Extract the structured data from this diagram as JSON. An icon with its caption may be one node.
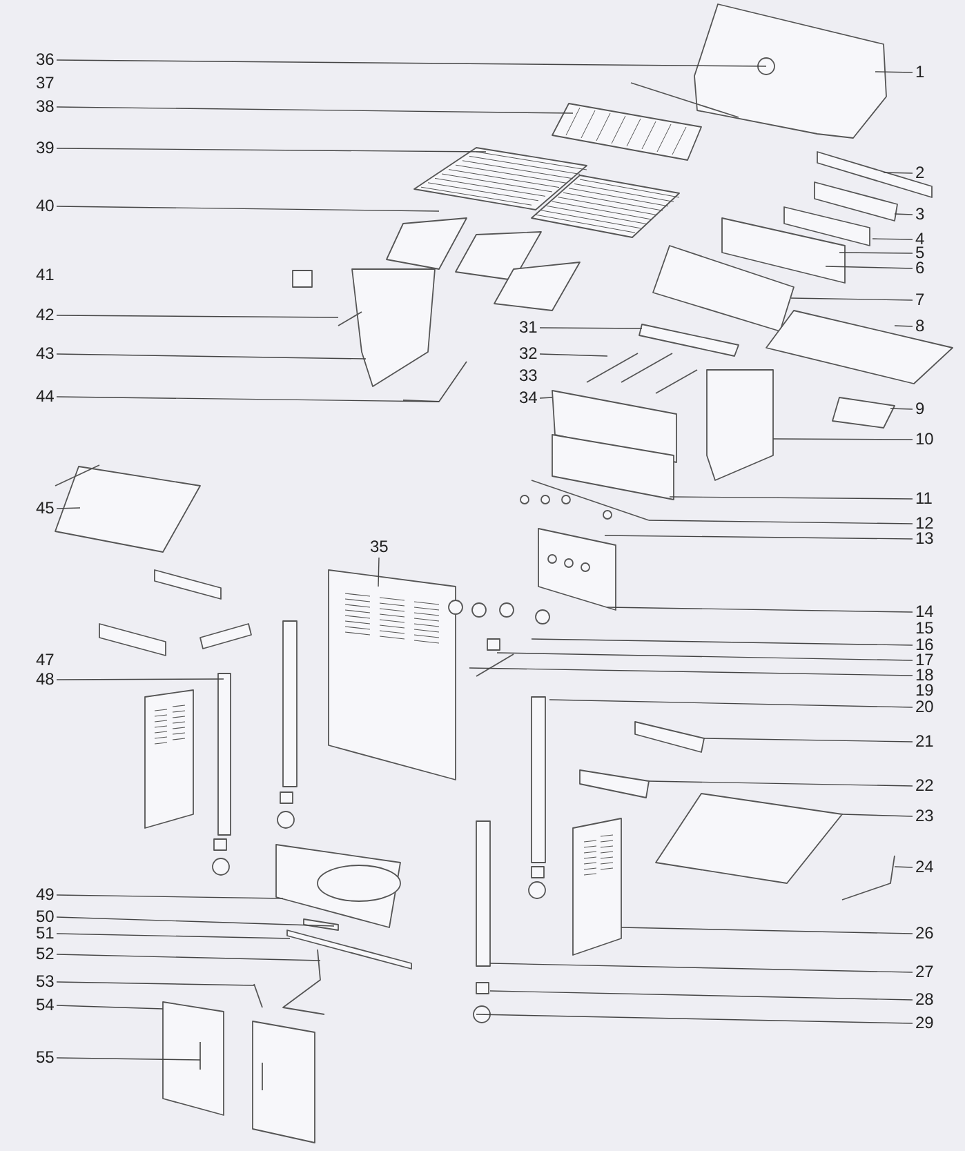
{
  "diagram": {
    "nodes": [
      {
        "text": [
          "1"
        ]
      },
      {
        "text": [
          "2"
        ]
      },
      {
        "text": [
          "3"
        ]
      },
      {
        "text": [
          "4"
        ]
      },
      {
        "text": [
          "5"
        ]
      },
      {
        "text": [
          "6"
        ]
      },
      {
        "text": [
          "7"
        ]
      },
      {
        "text": [
          "8"
        ]
      },
      {
        "text": [
          "9"
        ]
      },
      {
        "text": [
          "10"
        ]
      },
      {
        "text": [
          "11"
        ]
      },
      {
        "text": [
          "12"
        ]
      },
      {
        "text": [
          "13"
        ]
      },
      {
        "text": [
          "14"
        ]
      },
      {
        "text": [
          "16"
        ]
      },
      {
        "text": [
          "17"
        ]
      },
      {
        "text": [
          "18"
        ]
      },
      {
        "text": [
          "20"
        ]
      },
      {
        "text": [
          "21"
        ]
      },
      {
        "text": [
          "22"
        ]
      },
      {
        "text": [
          "23"
        ]
      },
      {
        "text": [
          "24"
        ]
      },
      {
        "text": [
          "26"
        ]
      },
      {
        "text": [
          "27"
        ]
      },
      {
        "text": [
          "28"
        ]
      },
      {
        "text": [
          "29"
        ]
      },
      {
        "text": [
          "31"
        ]
      },
      {
        "text": [
          "32"
        ]
      },
      {
        "text": [
          "34"
        ]
      },
      {
        "text": [
          "35"
        ]
      },
      {
        "text": [
          "36"
        ]
      },
      {
        "text": [
          "38"
        ]
      },
      {
        "text": [
          "39"
        ]
      },
      {
        "text": [
          "40"
        ]
      },
      {
        "text": [
          "42"
        ]
      },
      {
        "text": [
          "43"
        ]
      },
      {
        "text": [
          "44"
        ]
      },
      {
        "text": [
          "45"
        ]
      },
      {
        "text": [
          "48"
        ]
      },
      {
        "text": [
          "49"
        ]
      },
      {
        "text": [
          "50"
        ]
      },
      {
        "text": [
          "51"
        ]
      },
      {
        "text": [
          "52"
        ]
      },
      {
        "text": [
          "53"
        ]
      },
      {
        "text": [
          "54"
        ]
      },
      {
        "text": [
          "55"
        ]
      }
    ],
    "edges": [
      {
        "from": 0,
        "to": null,
        "arrow": "none"
      },
      {
        "from": 1,
        "to": null,
        "arrow": "none"
      },
      {
        "from": 2,
        "to": null,
        "arrow": "none"
      },
      {
        "from": 3,
        "to": null,
        "arrow": "none"
      },
      {
        "from": 4,
        "to": null,
        "arrow": "none"
      },
      {
        "from": 5,
        "to": null,
        "arrow": "none"
      },
      {
        "from": 6,
        "to": null,
        "arrow": "none"
      },
      {
        "from": 7,
        "to": null,
        "arrow": "none"
      },
      {
        "from": 8,
        "to": null,
        "arrow": "none"
      },
      {
        "from": 9,
        "to": null,
        "arrow": "none"
      },
      {
        "from": 10,
        "to": null,
        "arrow": "none"
      },
      {
        "from": 11,
        "to": null,
        "arrow": "none"
      },
      {
        "from": 12,
        "to": null,
        "arrow": "none"
      },
      {
        "from": 13,
        "to": null,
        "arrow": "none"
      },
      {
        "from": 14,
        "to": null,
        "arrow": "none"
      },
      {
        "from": 15,
        "to": null,
        "arrow": "none"
      },
      {
        "from": 16,
        "to": null,
        "arrow": "none"
      },
      {
        "from": 17,
        "to": null,
        "arrow": "none"
      },
      {
        "from": 18,
        "to": null,
        "arrow": "none"
      },
      {
        "from": 19,
        "to": null,
        "arrow": "none"
      },
      {
        "from": 20,
        "to": null,
        "arrow": "none"
      },
      {
        "from": 21,
        "to": null,
        "arrow": "none"
      },
      {
        "from": 22,
        "to": null,
        "arrow": "none"
      },
      {
        "from": 23,
        "to": null,
        "arrow": "none"
      },
      {
        "from": 24,
        "to": null,
        "arrow": "none"
      },
      {
        "from": 25,
        "to": null,
        "arrow": "none"
      },
      {
        "from": 26,
        "to": null,
        "arrow": "none"
      },
      {
        "from": 27,
        "to": null,
        "arrow": "none"
      },
      {
        "from": 28,
        "to": null,
        "arrow": "none"
      },
      {
        "from": 29,
        "to": null,
        "arrow": "none"
      },
      {
        "from": 30,
        "to": null,
        "arrow": "none"
      },
      {
        "from": 31,
        "to": null,
        "arrow": "none"
      },
      {
        "from": 32,
        "to": null,
        "arrow": "none"
      },
      {
        "from": 33,
        "to": null,
        "arrow": "none"
      },
      {
        "from": 34,
        "to": null,
        "arrow": "none"
      },
      {
        "from": 35,
        "to": null,
        "arrow": "none"
      },
      {
        "from": 36,
        "to": null,
        "arrow": "none"
      },
      {
        "from": 37,
        "to": null,
        "arrow": "none"
      },
      {
        "from": 38,
        "to": null,
        "arrow": "none"
      },
      {
        "from": 39,
        "to": null,
        "arrow": "none"
      },
      {
        "from": 40,
        "to": null,
        "arrow": "none"
      },
      {
        "from": 41,
        "to": null,
        "arrow": "none"
      },
      {
        "from": 42,
        "to": null,
        "arrow": "none"
      },
      {
        "from": 43,
        "to": null,
        "arrow": "none"
      },
      {
        "from": 44,
        "to": null,
        "arrow": "none"
      },
      {
        "from": 45,
        "to": null,
        "arrow": "none"
      }
    ],
    "labels": [
      "37",
      "41",
      "33",
      "15",
      "19",
      "47"
    ]
  }
}
